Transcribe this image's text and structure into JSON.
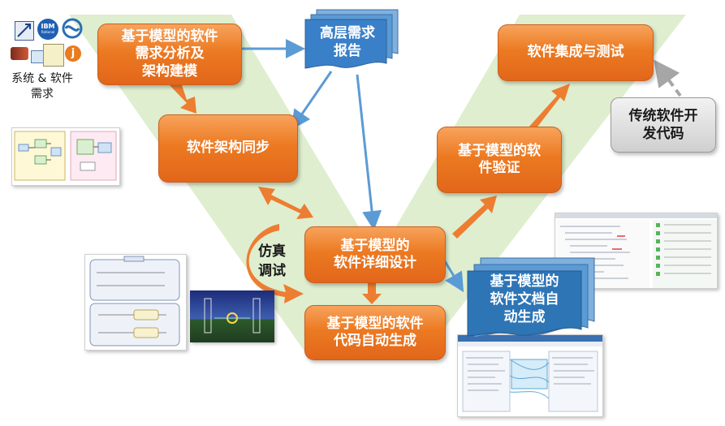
{
  "nodes": {
    "requirements_modeling": "基于模型的软件\n需求分析及\n架构建模",
    "arch_sync": "软件架构同步",
    "detailed_design": "基于模型的\n软件详细设计",
    "code_gen": "基于模型的软件\n代码自动生成",
    "verification": "基于模型的软\n件验证",
    "integration_test": "软件集成与测试",
    "traditional_code": "传统软件开\n发代码",
    "high_level_report": "高层需求\n报告",
    "doc_gen": "基于模型的\n软件文档自\n动生成",
    "simulation_debug": "仿真\n调试"
  },
  "side_label": "系统 & 软件\n需求",
  "logos": {
    "ibm": "IBM",
    "ibm_sub": "Rational",
    "java": "j"
  },
  "colors": {
    "v_shape": "#dfeecf",
    "orange_box": "#ec7a22",
    "blue_arrow": "#5b9bd5",
    "doc_blue": "#2e75b6",
    "orange_arrow": "#ed7d31",
    "gray_arrow": "#a6a6a6"
  }
}
